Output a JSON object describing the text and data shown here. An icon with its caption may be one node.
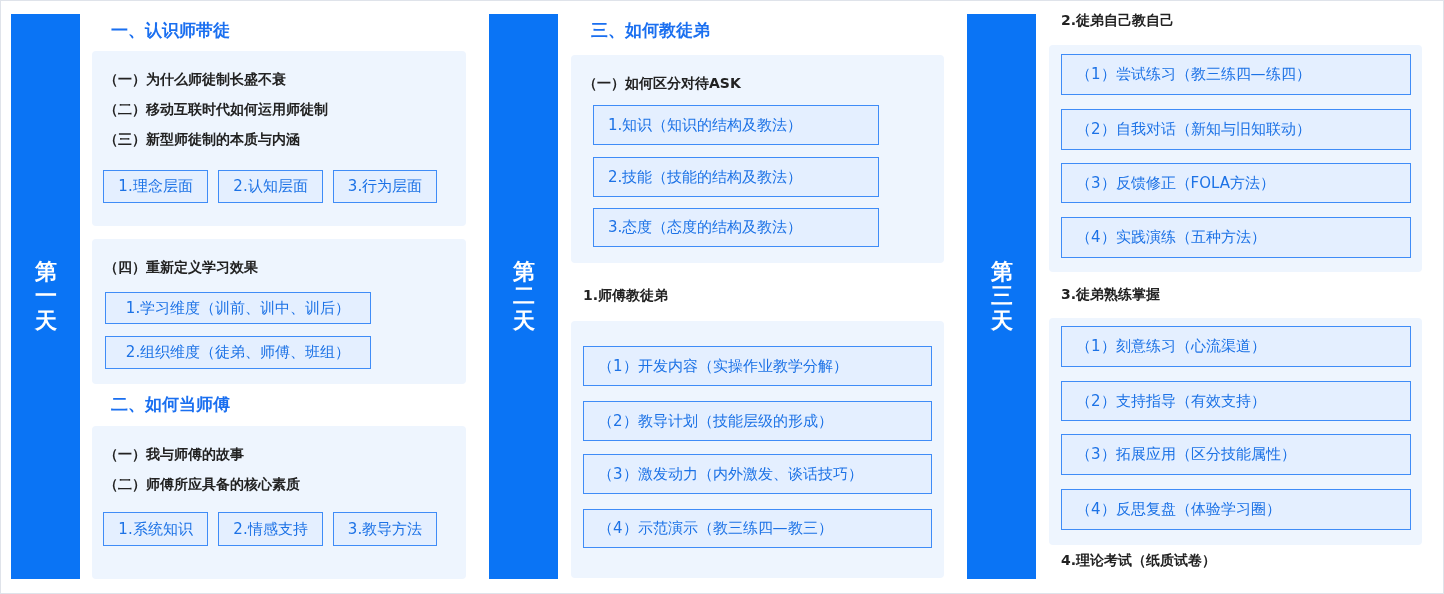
{
  "diagram": {
    "nodes": [
      {
        "text": [
          "第一天"
        ]
      },
      {
        "text": [
          "（一）为什么师徒制长盛不衰",
          "（二）移动互联时代如何运用师徒制",
          "（三）新型师徒制的本质与内涵"
        ]
      },
      {
        "text": [
          "1.理念层面"
        ],
        "in": 1
      },
      {
        "text": [
          "2.认知层面"
        ],
        "in": 1
      },
      {
        "text": [
          "3.行为层面"
        ],
        "in": 1
      },
      {
        "text": [
          "（四）重新定义学习效果"
        ]
      },
      {
        "text": [
          "1.学习维度（训前、训中、训后）"
        ],
        "in": 5
      },
      {
        "text": [
          "2.组织维度（徒弟、师傅、班组）"
        ],
        "in": 5
      },
      {
        "text": [
          "（一）我与师傅的故事",
          "（二）师傅所应具备的核心素质"
        ]
      },
      {
        "text": [
          "1.系统知识"
        ],
        "in": 8
      },
      {
        "text": [
          "2.情感支持"
        ],
        "in": 8
      },
      {
        "text": [
          "3.教导方法"
        ],
        "in": 8
      },
      {
        "text": [
          "第二天"
        ]
      },
      {
        "text": [
          "（一）如何区分对待ASK"
        ]
      },
      {
        "text": [
          "1.知识（知识的结构及教法）"
        ],
        "in": 13
      },
      {
        "text": [
          "2.技能（技能的结构及教法）"
        ],
        "in": 13
      },
      {
        "text": [
          "3.态度（态度的结构及教法）"
        ],
        "in": 13
      },
      {
        "text": [],
        "shape": "box"
      },
      {
        "text": [
          "（1）开发内容（实操作业教学分解）"
        ],
        "in": 17
      },
      {
        "text": [
          "（2）教导计划（技能层级的形成）"
        ],
        "in": 17
      },
      {
        "text": [
          "（3）激发动力（内外激发、谈话技巧）"
        ],
        "in": 17
      },
      {
        "text": [
          "（4）示范演示（教三练四—教三）"
        ],
        "in": 17
      },
      {
        "text": [
          "第三天"
        ]
      },
      {
        "text": [],
        "shape": "box"
      },
      {
        "text": [
          "（1）尝试练习（教三练四—练四）"
        ],
        "in": 23
      },
      {
        "text": [
          "（2）自我对话（新知与旧知联动）"
        ],
        "in": 23
      },
      {
        "text": [
          "（3）反馈修正（FOLA方法）"
        ],
        "in": 23
      },
      {
        "text": [
          "（4）实践演练（五种方法）"
        ],
        "in": 23
      },
      {
        "text": [],
        "shape": "box"
      },
      {
        "text": [
          "（1）刻意练习（心流渠道）"
        ],
        "in": 28
      },
      {
        "text": [
          "（2）支持指导（有效支持）"
        ],
        "in": 28
      },
      {
        "text": [
          "（3）拓展应用（区分技能属性）"
        ],
        "in": 28
      },
      {
        "text": [
          "（4）反思复盘（体验学习圈）"
        ],
        "in": 28
      }
    ],
    "labels": [
      "一、认识师带徒",
      "二、如何当师傅",
      "三、如何教徒弟",
      "1.师傅教徒弟",
      "2.徒弟自己教自己",
      "3.徒弟熟练掌握",
      "4.理论考试（纸质试卷）"
    ]
  }
}
